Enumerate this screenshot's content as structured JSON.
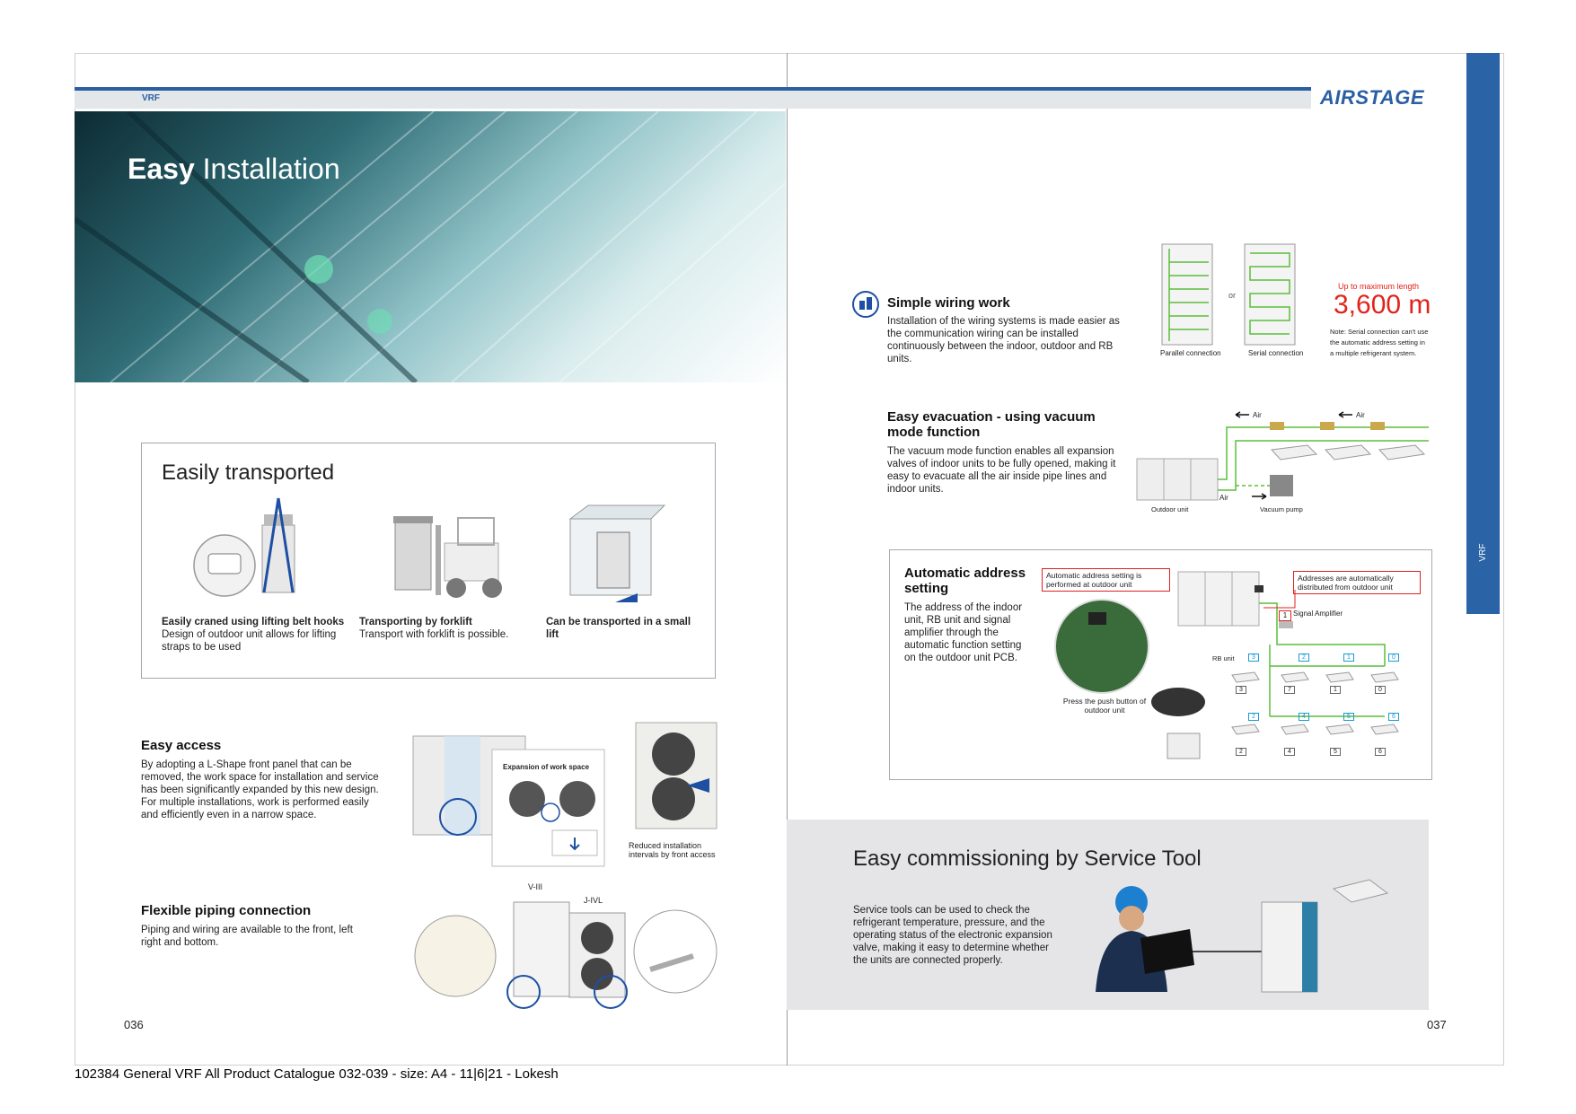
{
  "header": {
    "section_label": "VRF",
    "brand": "AIRSTAGE",
    "side_tab": "VRF"
  },
  "hero": {
    "title_bold": "Easy",
    "title_rest": " Installation"
  },
  "transport": {
    "title": "Easily transported",
    "items": [
      {
        "head": "Easily craned using lifting belt hooks",
        "text": "Design of outdoor unit allows for lifting straps to be used"
      },
      {
        "head": "Transporting by forklift",
        "text": "Transport with forklift is possible."
      },
      {
        "head": "Can be transported in a small lift",
        "text": ""
      }
    ]
  },
  "access": {
    "head": "Easy access",
    "text": "By adopting a L-Shape front panel that can be removed, the work space for installation and service has been significantly expanded by this new design. For multiple installations, work is performed easily and efficiently even in a narrow space.",
    "inset_label": "Expansion of work space",
    "caption": "Reduced installation intervals by front access"
  },
  "piping": {
    "head": "Flexible piping connection",
    "text": "Piping and wiring are available to the front, left right and bottom.",
    "label_left": "V-III",
    "label_right": "J-IVL"
  },
  "wiring": {
    "head": "Simple wiring work",
    "text": "Installation of the wiring systems is made easier as the communication wiring can be installed continuously between the indoor, outdoor and RB units.",
    "or": "or",
    "caption_parallel": "Parallel connection",
    "caption_serial": "Serial connection",
    "max_label": "Up to maximum length",
    "max_value": "3,600 m",
    "note": "Note: Serial connection can't use the automatic address setting in a multiple refrigerant system."
  },
  "evacuation": {
    "head": "Easy evacuation - using vacuum mode function",
    "text": "The vacuum mode function enables all expansion valves of indoor units to be fully opened, making it easy to evacuate all the air inside pipe lines and indoor units.",
    "air": "Air",
    "outdoor_unit": "Outdoor unit",
    "vacuum_pump": "Vacuum pump"
  },
  "address": {
    "head": "Automatic address setting",
    "text": "The address of the indoor unit, RB unit and signal amplifier through the automatic function setting on the outdoor unit PCB.",
    "callout_left": "Automatic address setting is performed at outdoor unit",
    "callout_right": "Addresses are automatically distributed from outdoor unit",
    "signal_amp": "Signal Amplifier",
    "signal_amp_num": "1",
    "rb_unit": "RB unit",
    "push_caption": "Press the push button of outdoor unit",
    "rb_numbers": [
      "3",
      "2",
      "1",
      "0"
    ],
    "rb_numbers_2": [
      "2",
      "4",
      "5",
      "6"
    ],
    "row1_numbers": [
      "3",
      "7",
      "1",
      "0"
    ],
    "row2_numbers": [
      "2",
      "4",
      "5",
      "6"
    ]
  },
  "commissioning": {
    "title": "Easy commissioning by Service Tool",
    "text": "Service tools can be used to check the refrigerant temperature, pressure, and the operating status of the electronic expansion valve, making it easy to determine whether the units are connected properly."
  },
  "pages": {
    "left": "036",
    "right": "037"
  },
  "footer": "102384 General VRF All Product Catalogue 032-039 - size: A4 - 11|6|21 - Lokesh",
  "colors": {
    "blue": "#2b5fa3",
    "red": "#e2231a",
    "green": "#5bbd3c"
  }
}
